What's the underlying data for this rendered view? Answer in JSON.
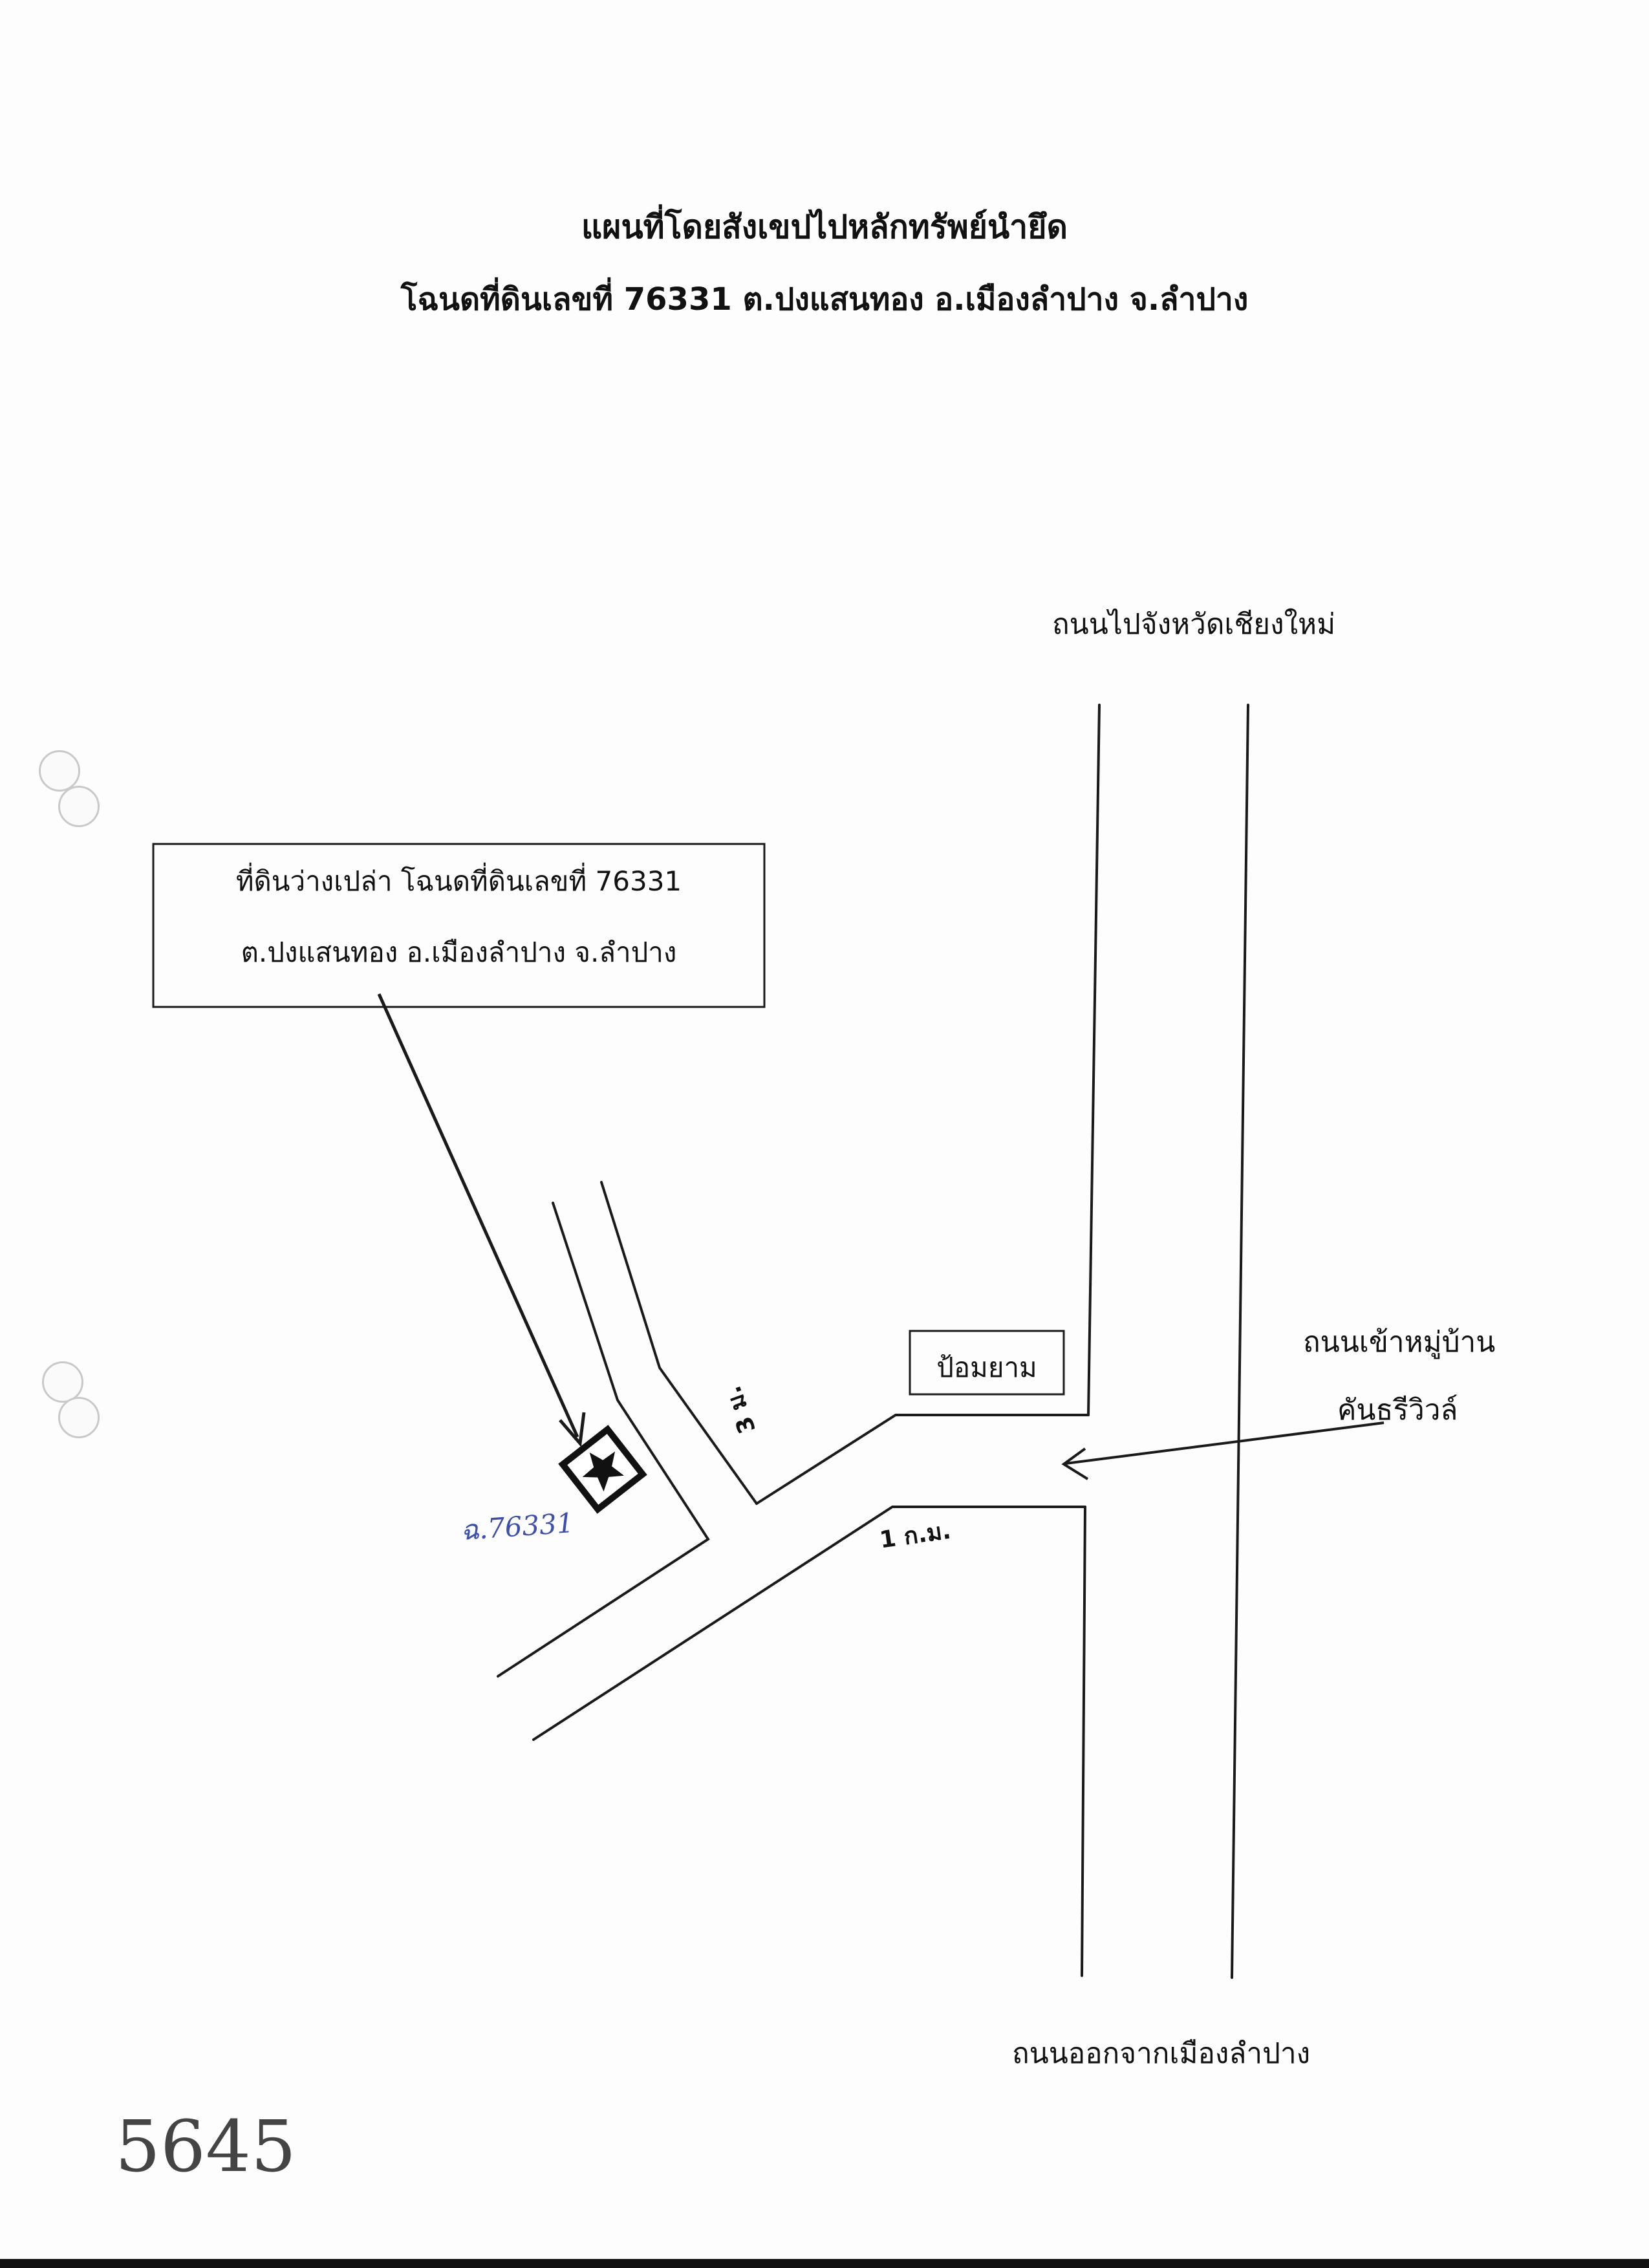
{
  "title": "แผนที่โดยสังเขปไปหลักทรัพย์นำยึด",
  "subtitle": "โฉนดที่ดินเลขที่ 76331   ต.ปงแสนทอง   อ.เมืองลำปาง  จ.ลำปาง",
  "roads": {
    "to_chiang_mai": "ถนนไปจังหวัดเชียงใหม่",
    "out_of_lampang": "ถนนออกจากเมืองลำปาง",
    "village_entrance_line1": "ถนนเข้าหมู่บ้าน",
    "village_entrance_line2": "คันธรีวิวล์"
  },
  "landmarks": {
    "gas_station": "ป้อมยาม"
  },
  "parcel_box": {
    "line1": "ที่ดินว่างเปล่า โฉนดที่ดินเลขที่ 76331",
    "line2": "ต.ปงแสนทอง อ.เมืองลำปาง จ.ลำปาง"
  },
  "distances": {
    "branch_road": "3 ม.",
    "main_road": "1 ก.ม."
  },
  "handwritten": {
    "deed_note": "ฉ.76331",
    "page_number": "5645",
    "deed_note_color": "#3a4fb0"
  },
  "symbols": {
    "parcel_marker": "star-in-box-icon"
  }
}
